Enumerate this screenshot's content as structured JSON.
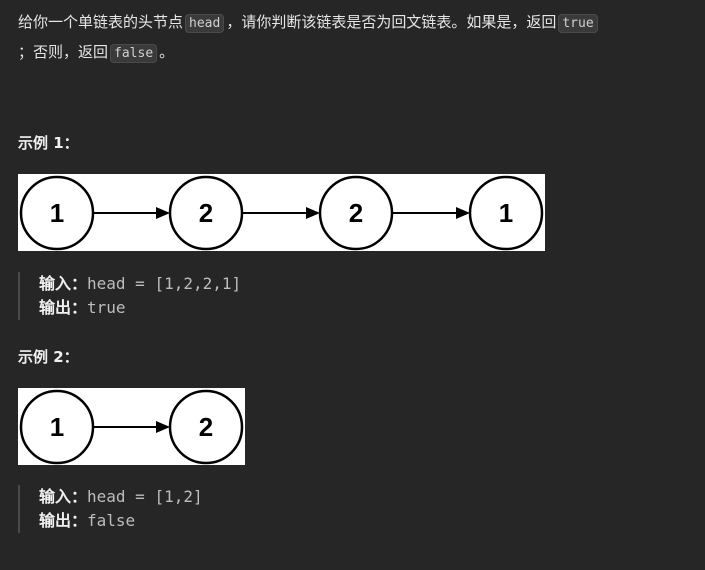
{
  "problem": {
    "p1": "给你一个单链表的头节点",
    "code_head": "head",
    "p2": "，请你判断该链表是否为回文链表。如果是，返回",
    "code_true": "true",
    "p3": "；否则，返回",
    "code_false": "false",
    "p4": "。"
  },
  "examples": [
    {
      "title": "示例 1：",
      "nodes": [
        "1",
        "2",
        "2",
        "1"
      ],
      "input_label": "输入：",
      "input_value": "head = [1,2,2,1]",
      "output_label": "输出：",
      "output_value": "true"
    },
    {
      "title": "示例 2：",
      "nodes": [
        "1",
        "2"
      ],
      "input_label": "输入：",
      "input_value": "head = [1,2]",
      "output_label": "输出：",
      "output_value": "false"
    }
  ]
}
